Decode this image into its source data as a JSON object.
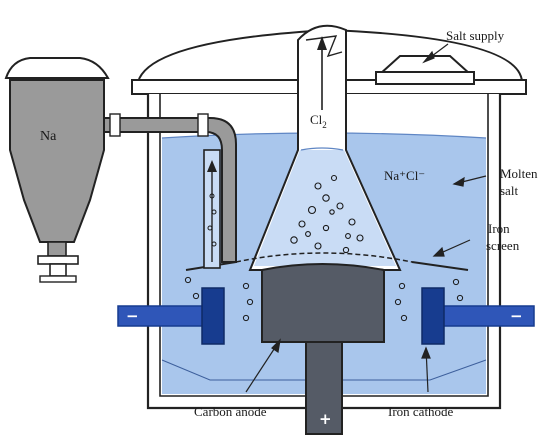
{
  "labels": {
    "salt_supply": "Salt supply",
    "na": "Na",
    "cl2_main": "Cl",
    "cl2_sub": "2",
    "nacl": "Na⁺Cl⁻",
    "molten_line1": "Molten",
    "molten_line2": "salt",
    "iron_screen_line1": "Iron",
    "iron_screen_line2": "screen",
    "carbon_anode": "Carbon anode",
    "iron_cathode": "Iron cathode",
    "minus_left": "−",
    "minus_right": "−",
    "plus": "+"
  },
  "colors": {
    "molten_salt": "#a9c6ec",
    "molten_salt_top": "#c9dcf5",
    "cathode_blue": "#2f56b8",
    "cathode_dark": "#173c8f",
    "anode_gray": "#555b66",
    "sodium_gray": "#9a9a9a",
    "outline": "#222222"
  }
}
